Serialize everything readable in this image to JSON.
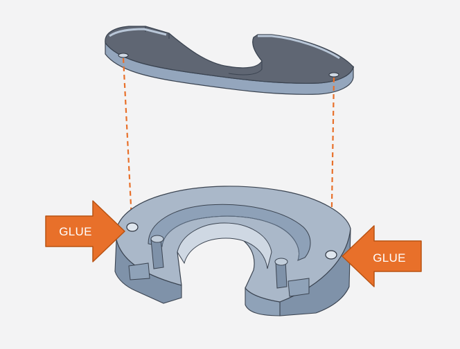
{
  "labels": {
    "left": "GLUE",
    "right": "GLUE"
  },
  "parts": {
    "top": "top-plate",
    "bottom": "base-ring"
  },
  "colors": {
    "background": "#f3f3f4",
    "plate_top": "#5f6673",
    "plate_side": "#94a6bd",
    "base_top": "#aab8c9",
    "base_side": "#7f92a9",
    "edge": "#3a4350",
    "arrow_fill": "#e8702a",
    "arrow_stroke": "#b85212",
    "guide": "#e8702a",
    "label_text": "#ffffff"
  }
}
